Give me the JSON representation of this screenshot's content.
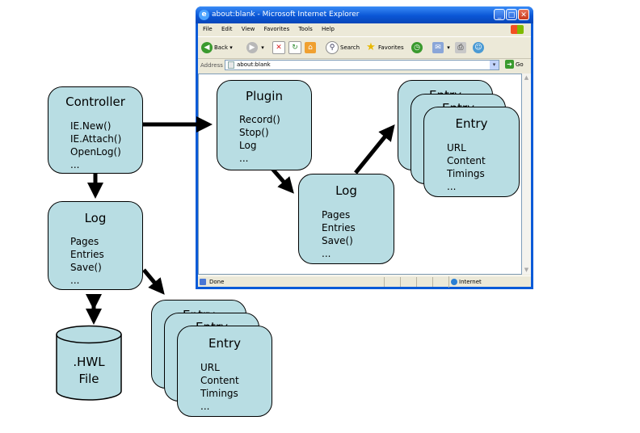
{
  "browser": {
    "title": "about:blank - Microsoft Internet Explorer",
    "menu": [
      "File",
      "Edit",
      "View",
      "Favorites",
      "Tools",
      "Help"
    ],
    "toolbar": {
      "back": "Back",
      "search": "Search",
      "favorites": "Favorites"
    },
    "address_label": "Address",
    "address_value": "about:blank",
    "go_label": "Go",
    "status_text": "Done",
    "zone_text": "Internet"
  },
  "nodes": {
    "controller": {
      "title": "Controller",
      "lines": [
        "IE.New()",
        "IE.Attach()",
        "OpenLog()",
        "..."
      ]
    },
    "log_outer": {
      "title": "Log",
      "lines": [
        "Pages",
        "Entries",
        "Save()",
        "..."
      ]
    },
    "hwl_file": {
      "line1": ".HWL",
      "line2": "File"
    },
    "entry_outer": {
      "title": "Entry",
      "lines": [
        "URL",
        "Content",
        "Timings",
        "..."
      ]
    },
    "plugin": {
      "title": "Plugin",
      "lines": [
        "Record()",
        "Stop()",
        "Log",
        "..."
      ]
    },
    "log_inner": {
      "title": "Log",
      "lines": [
        "Pages",
        "Entries",
        "Save()",
        "..."
      ]
    },
    "entry_inner": {
      "title": "Entry",
      "lines": [
        "URL",
        "Content",
        "Timings",
        "..."
      ]
    }
  },
  "colors": {
    "node_fill": "#b8dde3",
    "ie_blue": "#0a5bd8",
    "ie_chrome": "#ece9d8"
  }
}
